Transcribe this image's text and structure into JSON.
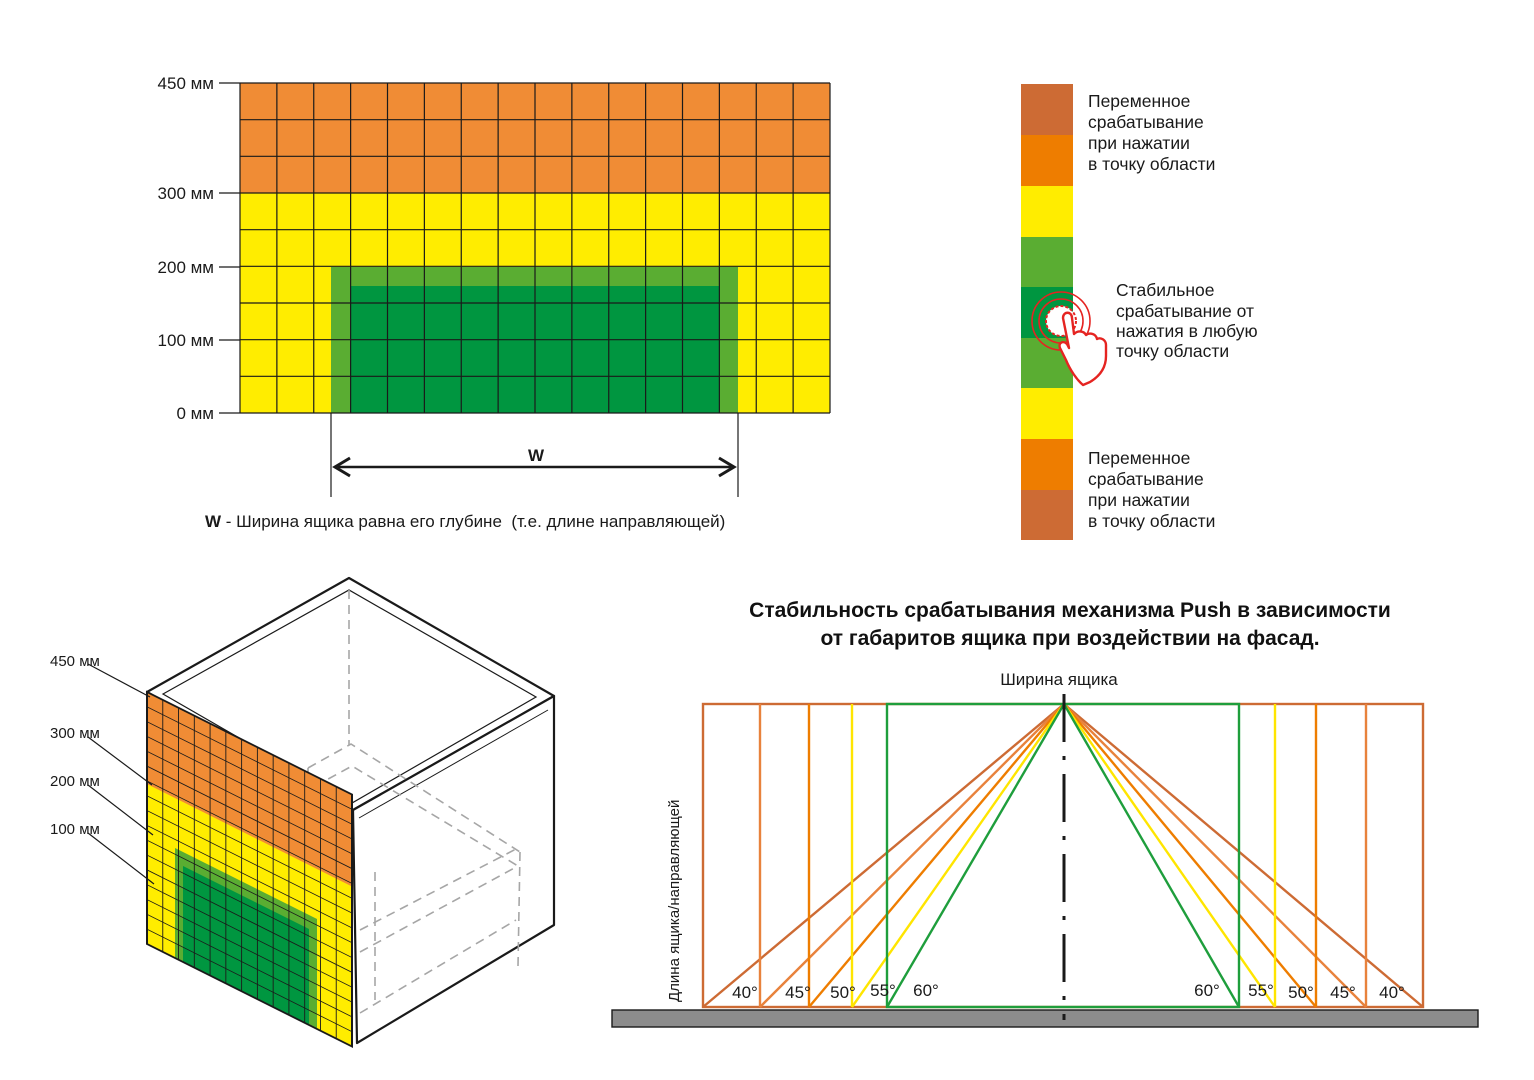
{
  "grid_panel": {
    "axis_labels": [
      "450 мм",
      "300 мм",
      "200 мм",
      "100 мм",
      "0 мм"
    ],
    "width_symbol": "W",
    "caption_bold": "W",
    "caption_rest": " - Ширина ящика равна его глубине  (т.е. длине направляющей)"
  },
  "legend": {
    "variable_top": [
      "Переменное",
      "срабатывание",
      "при нажатии",
      "в точку области"
    ],
    "stable": [
      "Стабильное",
      "срабатывание от",
      "нажатия в любую",
      "точку области"
    ],
    "variable_bottom": [
      "Переменное",
      "срабатывание",
      "при нажатии",
      "в точку области"
    ],
    "icon": "hand-press-icon"
  },
  "iso_panel": {
    "labels": [
      "450 мм",
      "300 мм",
      "200 мм",
      "100 мм"
    ]
  },
  "angle_panel": {
    "title_line1": "Стабильность срабатывания механизма Push в зависимости",
    "title_line2": "от габаритов ящика при воздействии на фасад.",
    "top_label": "Ширина ящика",
    "side_label": "Длина ящика/направляющей",
    "angles_left": [
      "40°",
      "45°",
      "50°",
      "55°",
      "60°"
    ],
    "angles_right": [
      "60°",
      "55°",
      "50°",
      "45°",
      "40°"
    ]
  },
  "colors": {
    "brown_orange": "#cd6b34",
    "orange": "#ee7d00",
    "grid_orange": "#f08c35",
    "yellow": "#ffed00",
    "light_green": "#5aad32",
    "dark_green": "#009640",
    "line_green": "#1e9e3c",
    "line_yellow": "#ffe500",
    "floor": "#8c8c8c"
  }
}
